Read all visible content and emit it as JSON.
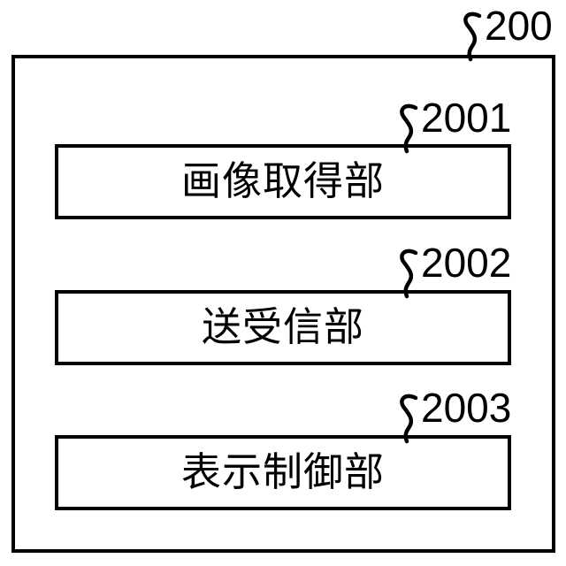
{
  "figure": {
    "type": "patent-block-diagram",
    "background_color": "#ffffff",
    "line_color": "#000000",
    "device": {
      "reference_numeral": "200",
      "name": "outer-device-enclosure"
    },
    "units": [
      {
        "reference_numeral": "2001",
        "label": "画像取得部",
        "icon": "none"
      },
      {
        "reference_numeral": "2002",
        "label": "送受信部",
        "icon": "none"
      },
      {
        "reference_numeral": "2003",
        "label": "表示制御部",
        "icon": "none"
      }
    ]
  }
}
